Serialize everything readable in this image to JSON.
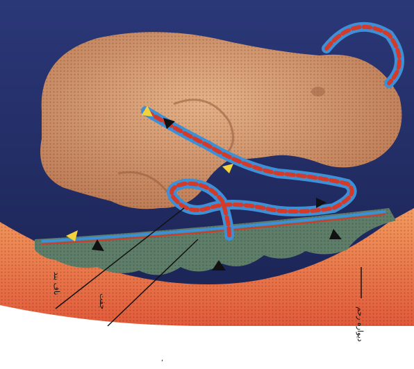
{
  "labels": {
    "umbilical_cord": "ناف بند",
    "placenta": "جفت",
    "uterine_wall": "دیواره رحم",
    "stray_mark": ","
  },
  "colors": {
    "background_dark": "#1c2556",
    "background_mid": "#2b3878",
    "fetus_skin": "#d59a6e",
    "fetus_shadow": "#9a5f3f",
    "uterus_outer": "#e25a3a",
    "uterus_inner": "#f39a5e",
    "placenta_tissue": "#5e7e69",
    "vessel_artery": "#d43a2a",
    "vessel_vein": "#3d8fd6",
    "arrow_yellow": "#f4d23c",
    "arrow_black": "#111111"
  }
}
